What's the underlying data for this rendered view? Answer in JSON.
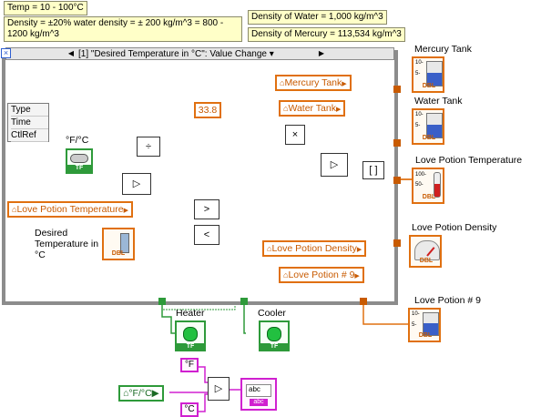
{
  "notes": {
    "temp_range": "Temp = 10 - 100°C",
    "density_range": "Density = ±20% water density = ± 200 kg/m^3 = 800 - 1200 kg/m^3",
    "water_density": "Density of Water = 1,000 kg/m^3",
    "mercury_density": "Density of Mercury = 113,534 kg/m^3"
  },
  "event_structure": {
    "case_index": "[1]",
    "case_label": "\"Desired Temperature in °C\": Value Change",
    "data_nodes": [
      "Type",
      "Time",
      "CtlRef"
    ]
  },
  "controls": {
    "unit_switch_label": "°F/°C",
    "unit_switch_type": "TF",
    "desired_temp_label": "Desired Temperature in °C",
    "desired_temp_type": "DBL",
    "constant_value": "33.8"
  },
  "references": {
    "mercury_tank": "Mercury Tank",
    "water_tank": "Water Tank",
    "love_potion_temperature": "Love Potion Temperature",
    "love_potion_density": "Love Potion Density",
    "love_potion_9": "Love Potion # 9",
    "unit_switch_ref": "°F/°C"
  },
  "indicators": {
    "mercury_tank": {
      "label": "Mercury Tank",
      "type": "DBL",
      "scale_top": "10-",
      "scale_mid": "5-"
    },
    "water_tank": {
      "label": "Water Tank",
      "type": "DBL",
      "scale_top": "10-",
      "scale_mid": "5-"
    },
    "love_potion_temperature": {
      "label": "Love Potion Temperature",
      "type": "DBL",
      "scale_top": "100-",
      "scale_mid": "50-"
    },
    "love_potion_density": {
      "label": "Love Potion Density",
      "type": "DBL"
    },
    "love_potion_9": {
      "label": "Love Potion # 9",
      "type": "DBL",
      "scale_top": "10-",
      "scale_mid": "5-"
    },
    "heater": {
      "label": "Heater",
      "type": "TF"
    },
    "cooler": {
      "label": "Cooler",
      "type": "TF"
    },
    "string_out": {
      "label": "abc",
      "type": "abc"
    }
  },
  "string_constants": {
    "fahrenheit": "°F",
    "celsius": "°C"
  },
  "functions": {
    "divide": "÷",
    "multiply": "×",
    "greater": ">",
    "less": "<",
    "select": "▷",
    "build_array": "[ ]"
  },
  "colors": {
    "numeric_wire": "#e07010",
    "boolean_wire": "#2e9a3a",
    "string_wire": "#d020d0",
    "frame": "#8c8c8c",
    "note_bg": "#ffffc8"
  }
}
